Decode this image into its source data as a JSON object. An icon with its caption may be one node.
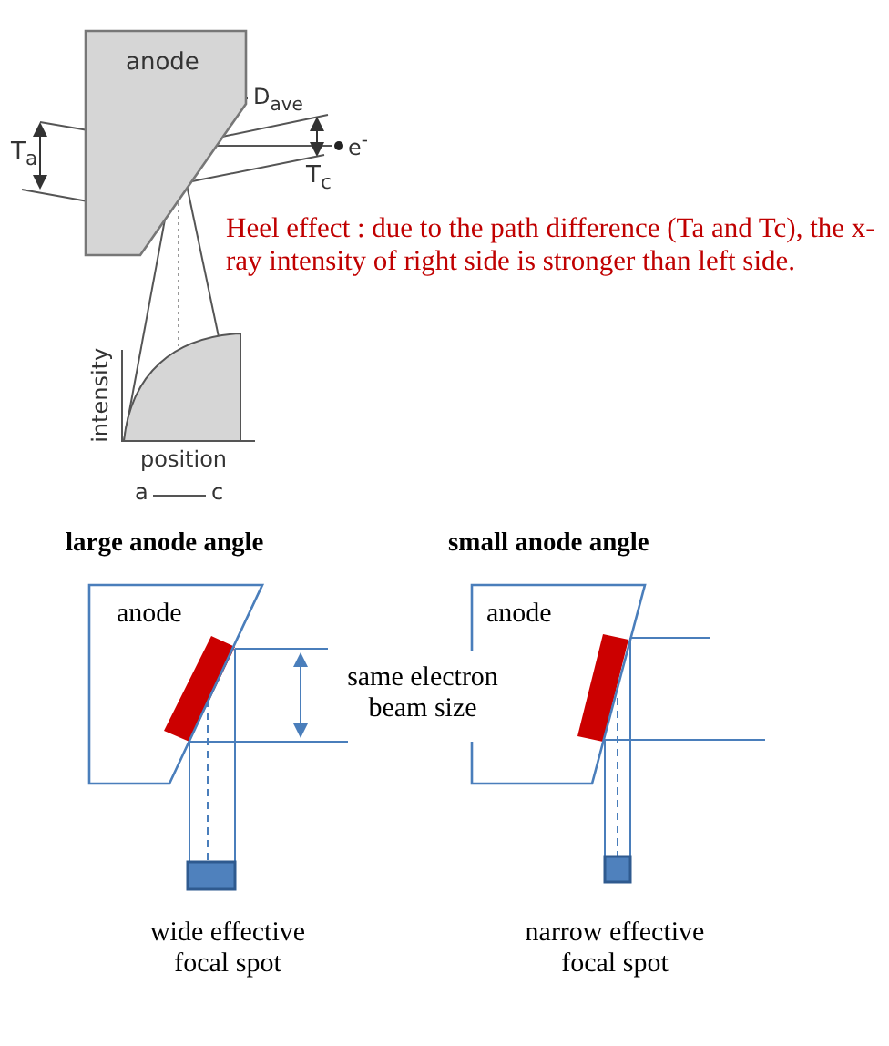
{
  "diagram": {
    "nodes": [
      {
        "text": [
          "anode"
        ]
      },
      {
        "text": [
          "anode"
        ]
      },
      {
        "text": [
          "anode"
        ]
      }
    ],
    "labels": [
      "D$_{ave}$",
      "e$^{-}$",
      "T$_{a}$",
      "T$_{c}$",
      "Heel effect : due to the path difference (Ta and Tc), the x-ray intensity of right side is stronger than left side.",
      "intensity",
      "position",
      "a",
      "c",
      "large anode angle",
      "small anode angle",
      "same electron beam size",
      "wide effective focal spot",
      "narrow effective focal spot"
    ]
  }
}
